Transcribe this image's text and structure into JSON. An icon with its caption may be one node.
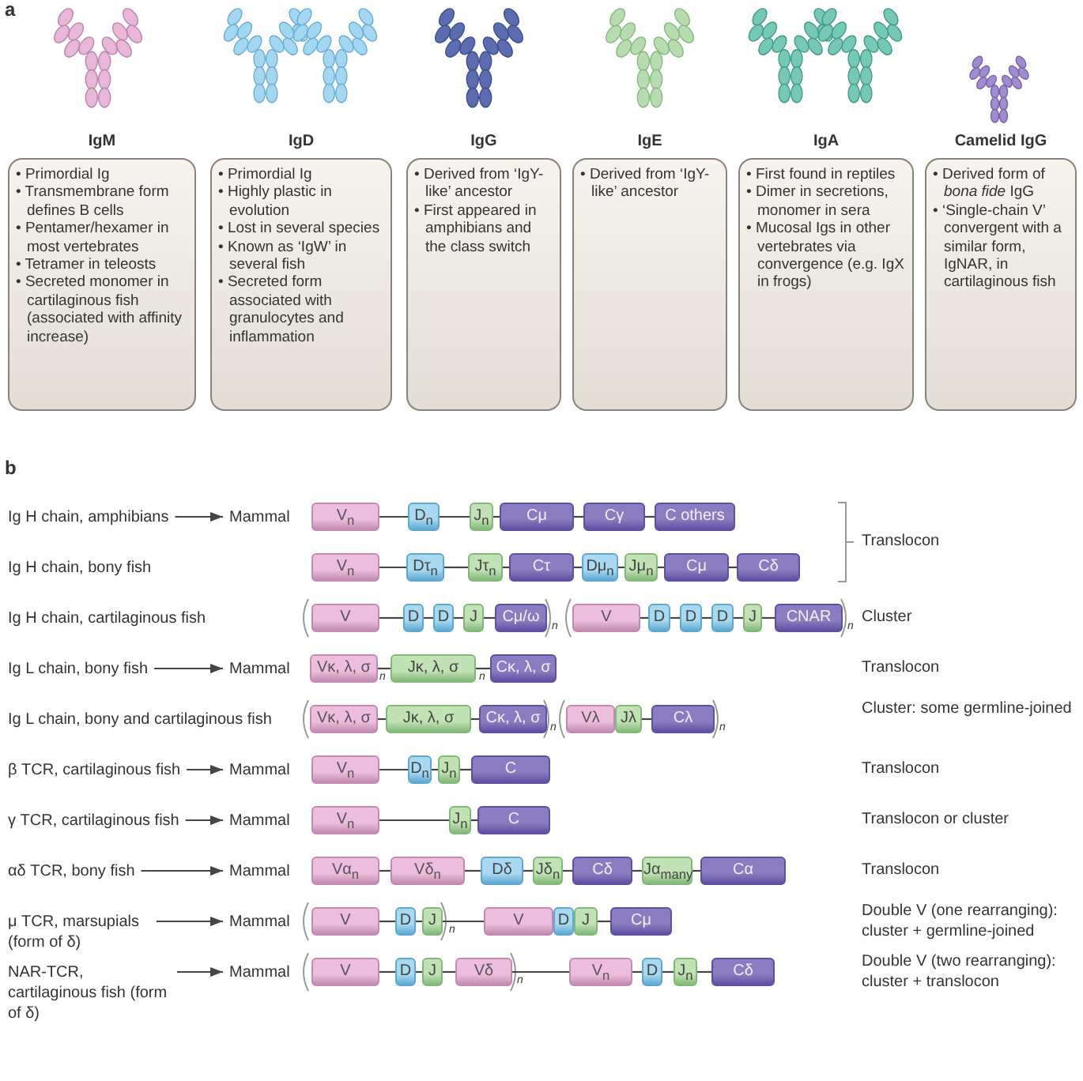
{
  "diagram": {
    "nodes": [
      {
        "text": [
          "IgM",
          "• Primordial Ig",
          "• Transmembrane form defines B cells",
          "• Pentamer/hexamer in most vertebrates",
          "• Tetramer in teleosts",
          "• Secreted monomer in cartilaginous fish (associated with affinity increase)"
        ]
      },
      {
        "text": [
          "IgD",
          "• Primordial Ig",
          "• Highly plastic in evolution",
          "• Lost in several species",
          "• Known as ‘IgW’ in several fish",
          "• Secreted form associated with granulocytes and inflammation"
        ]
      },
      {
        "text": [
          "IgG",
          "• Derived from ‘IgY-like’ ancestor",
          "• First appeared in amphibians and the class switch"
        ]
      },
      {
        "text": [
          "IgE",
          "• Derived from ‘IgY-like’ ancestor"
        ]
      },
      {
        "text": [
          "IgA",
          "• First found in reptiles",
          "• Dimer in secretions, monomer in sera",
          "• Mucosal Igs in other vertebrates via convergence (e.g. IgX in frogs)"
        ]
      },
      {
        "text": [
          "Camelid IgG",
          "• Derived form of *bona fide* IgG",
          "• ‘Single-chain V’ convergent with a similar form, IgNAR, in cartilaginous fish"
        ]
      },
      {
        "text": [
          "Ig H chain, amphibians"
        ]
      },
      {
        "text": [
          "Mammal"
        ]
      },
      {
        "text": [
          "V$_{n}$"
        ]
      },
      {
        "text": [
          "D$_{n}$"
        ]
      },
      {
        "text": [
          "J$_{n}$"
        ]
      },
      {
        "text": [
          "Cμ"
        ]
      },
      {
        "text": [
          "Cγ"
        ]
      },
      {
        "text": [
          "C others"
        ]
      },
      {
        "text": [
          "Ig H chain, bony fish"
        ]
      },
      {
        "text": [
          "V$_{n}$"
        ]
      },
      {
        "text": [
          "Dτ$_{n}$"
        ]
      },
      {
        "text": [
          "Jτ$_{n}$"
        ]
      },
      {
        "text": [
          "Cτ"
        ]
      },
      {
        "text": [
          "Dμ$_{n}$"
        ]
      },
      {
        "text": [
          "Jμ$_{n}$"
        ]
      },
      {
        "text": [
          "Cμ"
        ]
      },
      {
        "text": [
          "Cδ"
        ]
      },
      {
        "text": [
          "Ig H chain, cartilaginous fish"
        ]
      },
      {
        "text": [
          "V"
        ]
      },
      {
        "text": [
          "D"
        ]
      },
      {
        "text": [
          "D"
        ]
      },
      {
        "text": [
          "J"
        ]
      },
      {
        "text": [
          "Cμ/ω"
        ]
      },
      {
        "text": [
          "V"
        ]
      },
      {
        "text": [
          "D"
        ]
      },
      {
        "text": [
          "D"
        ]
      },
      {
        "text": [
          "D"
        ]
      },
      {
        "text": [
          "J"
        ]
      },
      {
        "text": [
          "CNAR"
        ]
      },
      {
        "text": [
          "Ig L chain, bony fish"
        ]
      },
      {
        "text": [
          "Mammal"
        ]
      },
      {
        "text": [
          "Vκ, λ, σ"
        ]
      },
      {
        "text": [
          "Jκ, λ, σ"
        ]
      },
      {
        "text": [
          "Cκ, λ, σ"
        ]
      },
      {
        "text": [
          "Ig L chain, bony and cartilaginous fish"
        ]
      },
      {
        "text": [
          "Vκ, λ, σ"
        ]
      },
      {
        "text": [
          "Jκ, λ, σ"
        ]
      },
      {
        "text": [
          "Cκ, λ, σ"
        ]
      },
      {
        "text": [
          "Vλ"
        ]
      },
      {
        "text": [
          "Jλ"
        ]
      },
      {
        "text": [
          "Cλ"
        ]
      },
      {
        "text": [
          "β TCR, cartilaginous fish"
        ]
      },
      {
        "text": [
          "Mammal"
        ]
      },
      {
        "text": [
          "V$_{n}$"
        ]
      },
      {
        "text": [
          "D$_{n}$"
        ]
      },
      {
        "text": [
          "J$_{n}$"
        ]
      },
      {
        "text": [
          "C"
        ]
      },
      {
        "text": [
          "γ TCR, cartilaginous fish"
        ]
      },
      {
        "text": [
          "Mammal"
        ]
      },
      {
        "text": [
          "V$_{n}$"
        ]
      },
      {
        "text": [
          "J$_{n}$"
        ]
      },
      {
        "text": [
          "C"
        ]
      },
      {
        "text": [
          "αδ TCR, bony fish"
        ]
      },
      {
        "text": [
          "Mammal"
        ]
      },
      {
        "text": [
          "Vα$_{n}$"
        ]
      },
      {
        "text": [
          "Vδ$_{n}$"
        ]
      },
      {
        "text": [
          "Dδ"
        ]
      },
      {
        "text": [
          "Jδ$_{n}$"
        ]
      },
      {
        "text": [
          "Cδ"
        ]
      },
      {
        "text": [
          "Jα$_{many}$"
        ]
      },
      {
        "text": [
          "Cα"
        ]
      },
      {
        "text": [
          "μ TCR, marsupials (form of δ)"
        ]
      },
      {
        "text": [
          "Mammal"
        ]
      },
      {
        "text": [
          "V"
        ]
      },
      {
        "text": [
          "D"
        ]
      },
      {
        "text": [
          "J"
        ]
      },
      {
        "text": [
          "V"
        ]
      },
      {
        "text": [
          "D"
        ]
      },
      {
        "text": [
          "J"
        ]
      },
      {
        "text": [
          "Cμ"
        ]
      },
      {
        "text": [
          "NAR-TCR, cartilaginous fish (form of δ)"
        ]
      },
      {
        "text": [
          "Mammal"
        ]
      },
      {
        "text": [
          "V"
        ]
      },
      {
        "text": [
          "D"
        ]
      },
      {
        "text": [
          "J"
        ]
      },
      {
        "text": [
          "Vδ"
        ]
      },
      {
        "text": [
          "V$_{n}$"
        ]
      },
      {
        "text": [
          "D"
        ]
      },
      {
        "text": [
          "J$_{n}$"
        ]
      },
      {
        "text": [
          "Cδ"
        ]
      }
    ],
    "edges": [
      {
        "from": 6,
        "to": 7,
        "arrow": "to"
      },
      {
        "from": 8,
        "to": 9,
        "arrow": "none"
      },
      {
        "from": 9,
        "to": 10,
        "arrow": "none"
      },
      {
        "from": 10,
        "to": 11,
        "arrow": "none"
      },
      {
        "from": 11,
        "to": 12,
        "arrow": "none"
      },
      {
        "from": 12,
        "to": 13,
        "arrow": "none"
      },
      {
        "from": 15,
        "to": 16,
        "arrow": "none"
      },
      {
        "from": 16,
        "to": 17,
        "arrow": "none"
      },
      {
        "from": 17,
        "to": 18,
        "arrow": "none"
      },
      {
        "from": 18,
        "to": 19,
        "arrow": "none"
      },
      {
        "from": 19,
        "to": 20,
        "arrow": "none"
      },
      {
        "from": 20,
        "to": 21,
        "arrow": "none"
      },
      {
        "from": 21,
        "to": 22,
        "arrow": "none"
      },
      {
        "from": 24,
        "to": 25,
        "arrow": "none"
      },
      {
        "from": 25,
        "to": 26,
        "arrow": "none"
      },
      {
        "from": 26,
        "to": 27,
        "arrow": "none"
      },
      {
        "from": 27,
        "to": 28,
        "arrow": "none"
      },
      {
        "from": 29,
        "to": 30,
        "arrow": "none"
      },
      {
        "from": 30,
        "to": 31,
        "arrow": "none"
      },
      {
        "from": 31,
        "to": 32,
        "arrow": "none"
      },
      {
        "from": 32,
        "to": 33,
        "arrow": "none"
      },
      {
        "from": 33,
        "to": 34,
        "arrow": "none"
      },
      {
        "from": 35,
        "to": 36,
        "arrow": "to"
      },
      {
        "from": 37,
        "to": 38,
        "arrow": "none"
      },
      {
        "from": 38,
        "to": 39,
        "arrow": "none"
      },
      {
        "from": 41,
        "to": 42,
        "arrow": "none"
      },
      {
        "from": 42,
        "to": 43,
        "arrow": "none"
      },
      {
        "from": 45,
        "to": 46,
        "arrow": "none"
      },
      {
        "from": 47,
        "to": 48,
        "arrow": "to"
      },
      {
        "from": 49,
        "to": 50,
        "arrow": "none"
      },
      {
        "from": 50,
        "to": 51,
        "arrow": "none"
      },
      {
        "from": 51,
        "to": 52,
        "arrow": "none"
      },
      {
        "from": 53,
        "to": 54,
        "arrow": "to"
      },
      {
        "from": 55,
        "to": 56,
        "arrow": "none"
      },
      {
        "from": 56,
        "to": 57,
        "arrow": "none"
      },
      {
        "from": 58,
        "to": 59,
        "arrow": "to"
      },
      {
        "from": 60,
        "to": 61,
        "arrow": "none"
      },
      {
        "from": 61,
        "to": 62,
        "arrow": "none"
      },
      {
        "from": 62,
        "to": 63,
        "arrow": "none"
      },
      {
        "from": 63,
        "to": 64,
        "arrow": "none"
      },
      {
        "from": 64,
        "to": 65,
        "arrow": "none"
      },
      {
        "from": 65,
        "to": 66,
        "arrow": "none"
      },
      {
        "from": 67,
        "to": 68,
        "arrow": "to"
      },
      {
        "from": 69,
        "to": 70,
        "arrow": "none"
      },
      {
        "from": 70,
        "to": 71,
        "arrow": "none"
      },
      {
        "from": 71,
        "to": 72,
        "arrow": "none"
      },
      {
        "from": 74,
        "to": 75,
        "arrow": "none"
      },
      {
        "from": 76,
        "to": 77,
        "arrow": "to"
      },
      {
        "from": 78,
        "to": 79,
        "arrow": "none"
      },
      {
        "from": 79,
        "to": 80,
        "arrow": "none"
      },
      {
        "from": 80,
        "to": 81,
        "arrow": "none"
      },
      {
        "from": 81,
        "to": 82,
        "arrow": "none"
      },
      {
        "from": 82,
        "to": 83,
        "arrow": "none"
      },
      {
        "from": 83,
        "to": 84,
        "arrow": "none"
      },
      {
        "from": 84,
        "to": 85,
        "arrow": "none"
      }
    ],
    "labels": [
      "a",
      "b",
      "Translocon",
      "n",
      "n",
      "Cluster",
      "n",
      "n",
      "Translocon",
      "n",
      "n",
      "Cluster: some germline-joined",
      "Translocon",
      "Translocon or cluster",
      "Translocon",
      "n",
      "Double V (one rearranging): cluster + germline-joined",
      "n",
      "Double V (two rearranging): cluster + translocon"
    ]
  }
}
